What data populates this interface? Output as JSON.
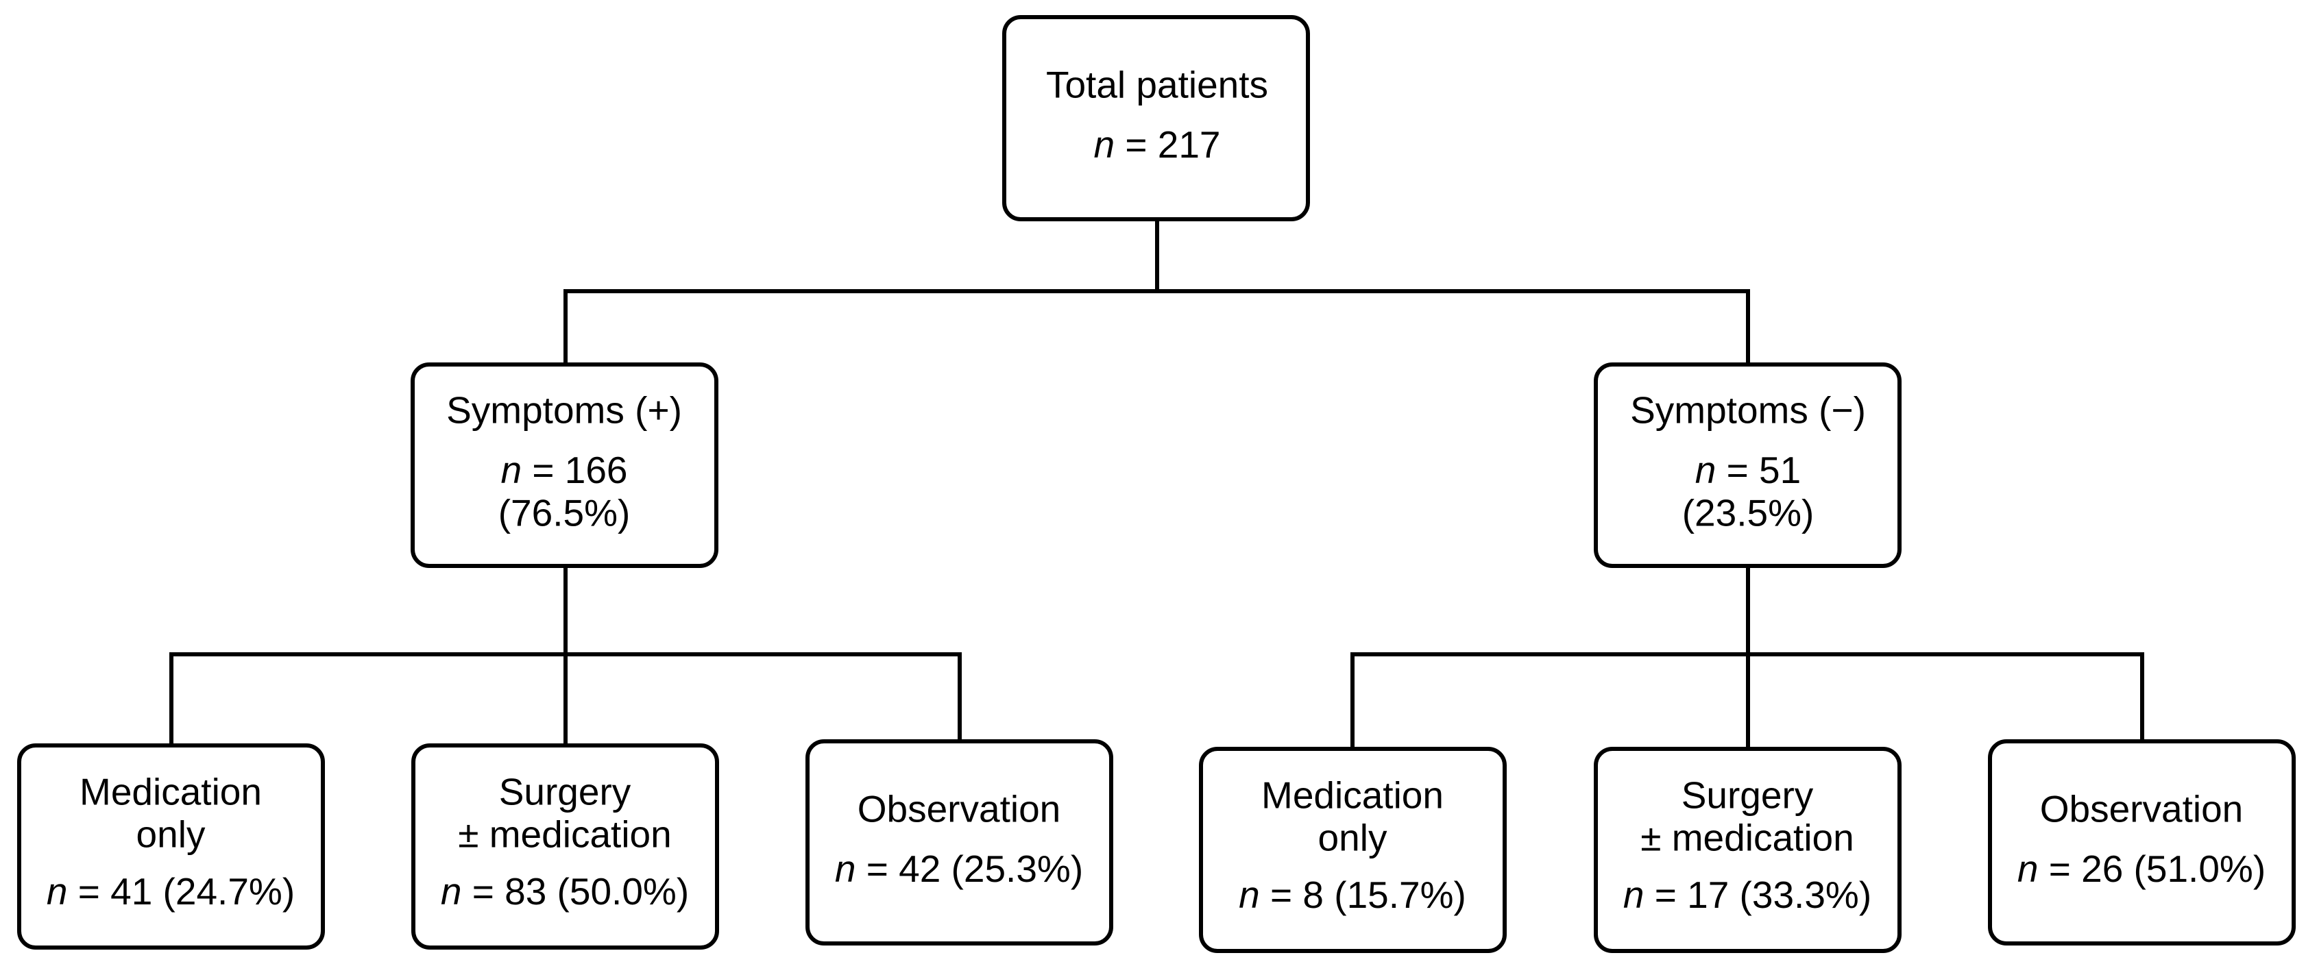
{
  "flowchart": {
    "root": {
      "label": "Total patients",
      "n_prefix": "n",
      "n_value": "= 217"
    },
    "branches": [
      {
        "label": "Symptoms (+)",
        "n_prefix": "n",
        "n_value": "= 166",
        "percent": "(76.5%)",
        "children": [
          {
            "line1": "Medication",
            "line2": "only",
            "n_prefix": "n",
            "n_value": "= 41 (24.7%)"
          },
          {
            "line1": "Surgery",
            "line2": "± medication",
            "n_prefix": "n",
            "n_value": "= 83 (50.0%)"
          },
          {
            "line1": "Observation",
            "n_prefix": "n",
            "n_value": "= 42 (25.3%)"
          }
        ]
      },
      {
        "label": "Symptoms (−)",
        "n_prefix": "n",
        "n_value": "= 51",
        "percent": "(23.5%)",
        "children": [
          {
            "line1": "Medication",
            "line2": "only",
            "n_prefix": "n",
            "n_value": "= 8 (15.7%)"
          },
          {
            "line1": "Surgery",
            "line2": "± medication",
            "n_prefix": "n",
            "n_value": "= 17 (33.3%)"
          },
          {
            "line1": "Observation",
            "n_prefix": "n",
            "n_value": "= 26 (51.0%)"
          }
        ]
      }
    ]
  }
}
